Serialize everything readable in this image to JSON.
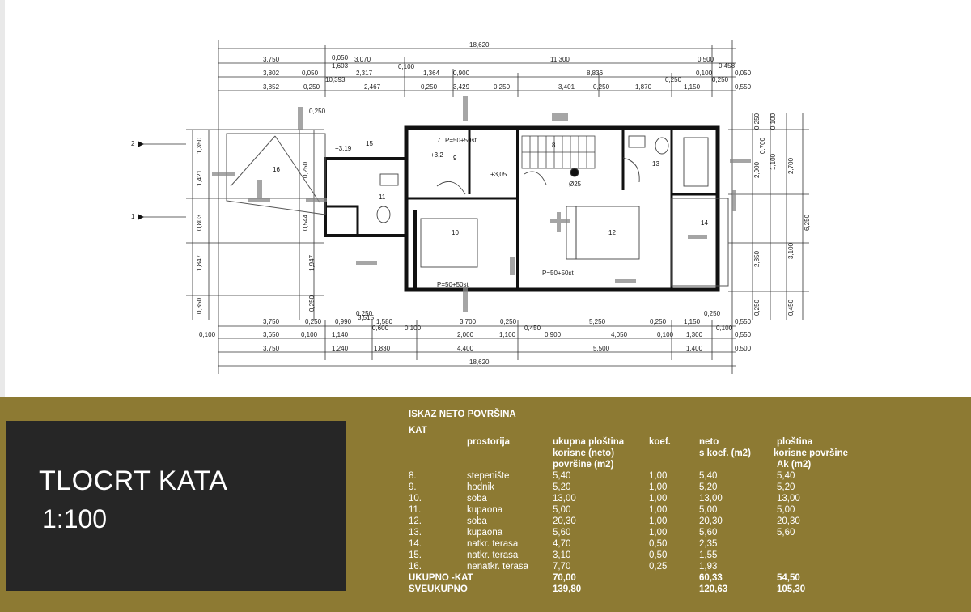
{
  "drawing": {
    "dims_top": {
      "overall": "18,620",
      "r1": [
        "3,750",
        "0,050",
        "3,070",
        "11,300",
        "0,500"
      ],
      "r2": [
        "3,802",
        "0,050",
        "2,317",
        "1,364",
        "0,900",
        "8,836",
        "0,100",
        "0,050"
      ],
      "r3": [
        "3,852",
        "0,250",
        "2,467",
        "0,250",
        "3,429",
        "0,250",
        "3,401",
        "0,250",
        "1,870",
        "1,150",
        "0,250",
        "0,550"
      ],
      "small": [
        "1,603",
        "0,100",
        "0,458",
        "10,393",
        "0,250",
        "0,250"
      ]
    },
    "dims_bottom": {
      "r1": [
        "3,750",
        "0,250",
        "0,990",
        "3,515",
        "1,580",
        "3,700",
        "0,250",
        "5,250",
        "0,250",
        "1,150",
        "0,550"
      ],
      "r2": [
        "0,100",
        "3,650",
        "0,100",
        "1,140",
        "0,600",
        "2,000",
        "1,100",
        "0,900",
        "4,050",
        "0,100",
        "1,300",
        "0,550"
      ],
      "r3": [
        "3,750",
        "1,240",
        "1,830",
        "4,400",
        "5,500",
        "1,400",
        "0,500"
      ],
      "overall": "18,620",
      "small": [
        "0,250",
        "0,100",
        "0,450",
        "0,250",
        "0,100"
      ]
    },
    "dims_left": [
      "1,350",
      "1,421",
      "0,803",
      "1,847",
      "0,350",
      "0,250",
      "0,544",
      "1,947",
      "0,250"
    ],
    "dims_right": [
      "0,250",
      "0,700",
      "2,000",
      "2,850",
      "0,250",
      "0,100",
      "1,100",
      "2,700",
      "6,250",
      "3,100",
      "0,450"
    ],
    "section_marks": [
      "2",
      "1"
    ],
    "levels": [
      "+3,19",
      "+3,2",
      "+3,05"
    ],
    "rooms": [
      "15",
      "16",
      "11",
      "10",
      "9",
      "8",
      "12",
      "13",
      "14",
      "7"
    ],
    "labels": [
      "P=50+50st",
      "P=50+50st",
      "Ø25",
      "P=50+50st"
    ]
  },
  "title": {
    "line1": "TLOCRT KATA",
    "line2": "1:100"
  },
  "table": {
    "heading": "ISKAZ NETO POVRŠINA",
    "subheading": "KAT",
    "col_room": "prostorija",
    "col_area": [
      "ukupna ploština",
      "korisne (neto)",
      "površine (m2)"
    ],
    "col_coef": "koef.",
    "col_net": [
      "neto",
      "s koef. (m2)"
    ],
    "col_ak": [
      "ploština",
      "korisne površine",
      "Ak (m2)"
    ],
    "rows": [
      {
        "no": "8.",
        "name": "stepenište",
        "area": "5,40",
        "coef": "1,00",
        "net": "5,40",
        "ak": "5,40"
      },
      {
        "no": "9.",
        "name": "hodnik",
        "area": "5,20",
        "coef": "1,00",
        "net": "5,20",
        "ak": "5,20"
      },
      {
        "no": "10.",
        "name": "soba",
        "area": "13,00",
        "coef": "1,00",
        "net": "13,00",
        "ak": "13,00"
      },
      {
        "no": "11.",
        "name": "kupaona",
        "area": "5,00",
        "coef": "1,00",
        "net": "5,00",
        "ak": "5,00"
      },
      {
        "no": "12.",
        "name": "soba",
        "area": "20,30",
        "coef": "1,00",
        "net": "20,30",
        "ak": "20,30"
      },
      {
        "no": "13.",
        "name": "kupaona",
        "area": "5,60",
        "coef": "1,00",
        "net": "5,60",
        "ak": "5,60"
      },
      {
        "no": "14.",
        "name": "natkr. terasa",
        "area": "4,70",
        "coef": "0,50",
        "net": "2,35",
        "ak": ""
      },
      {
        "no": "15.",
        "name": "natkr. terasa",
        "area": "3,10",
        "coef": "0,50",
        "net": "1,55",
        "ak": ""
      },
      {
        "no": "16.",
        "name": "nenatkr. terasa",
        "area": "7,70",
        "coef": "0,25",
        "net": "1,93",
        "ak": ""
      }
    ],
    "total_kat": {
      "label": "UKUPNO -KAT",
      "area": "70,00",
      "net": "60,33",
      "ak": "54,50"
    },
    "total_all": {
      "label": "SVEUKUPNO",
      "area": "139,80",
      "net": "120,63",
      "ak": "105,30"
    }
  }
}
